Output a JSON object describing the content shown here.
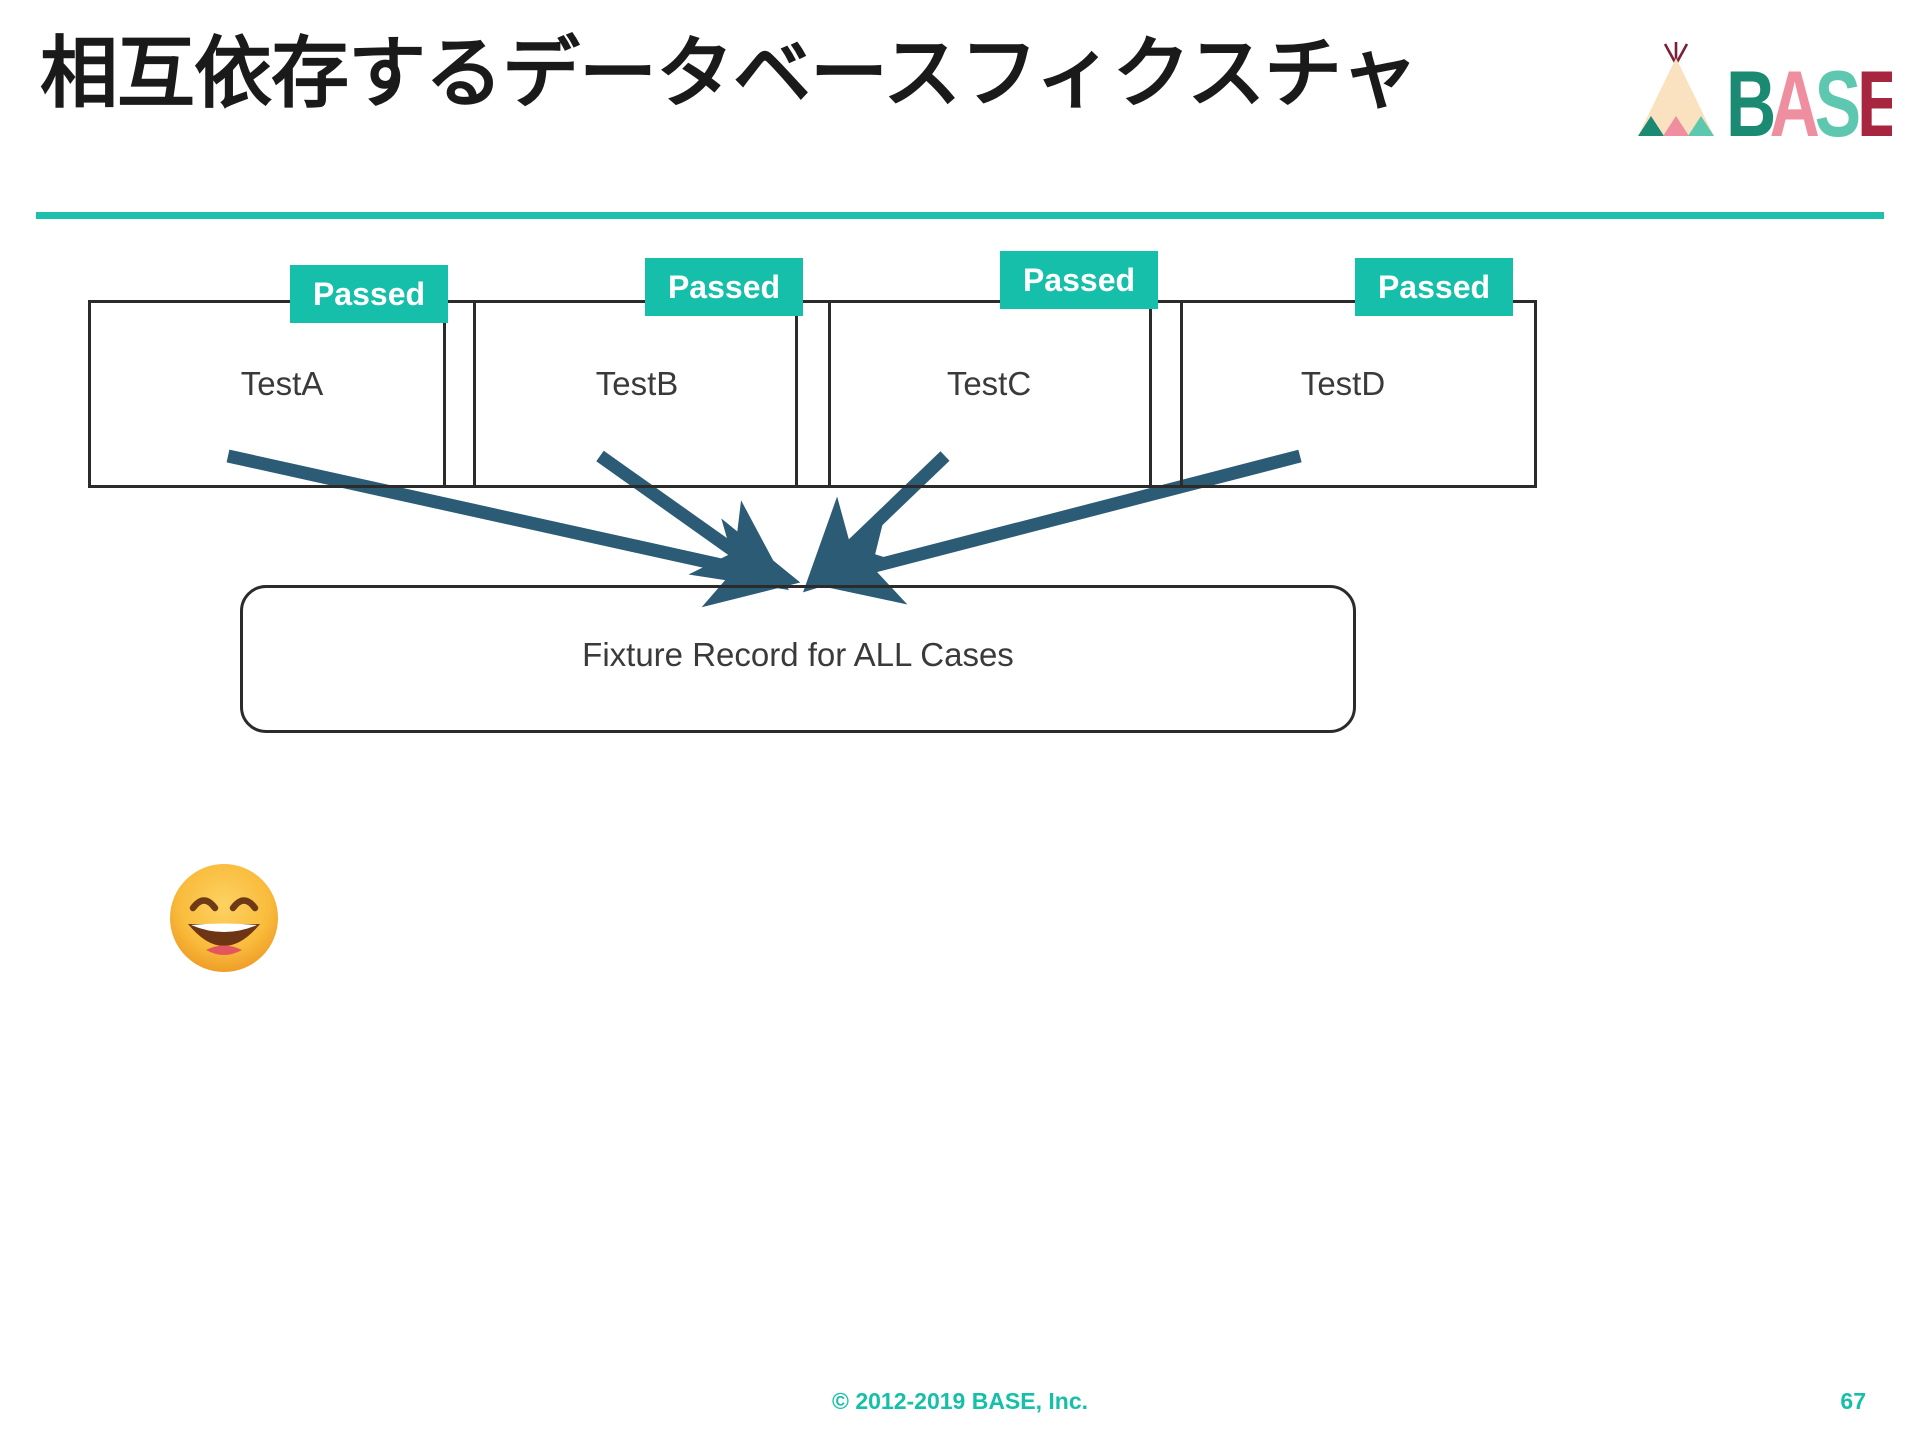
{
  "slide": {
    "title": "相互依存するデータベースフィクスチャ",
    "accent_color": "#1ec0ab",
    "badge_color": "#16bfa9",
    "arrow_color": "#2c5b75",
    "page_number": "67",
    "copyright": "© 2012-2019 BASE, Inc."
  },
  "brand": {
    "name": "BASE",
    "letters": [
      {
        "char": "B",
        "color": "#1a8a72"
      },
      {
        "char": "A",
        "color": "#ef8e9e"
      },
      {
        "char": "S",
        "color": "#5ec7b0"
      },
      {
        "char": "E",
        "color": "#a8253f"
      }
    ],
    "tent": {
      "body_color": "#fae2c0",
      "pole_color": "#7b2036",
      "foot_colors": [
        "#1a8a72",
        "#ef8e9e",
        "#5ec7b0"
      ]
    }
  },
  "diagram": {
    "type": "dependency-diagram",
    "tests": [
      {
        "name": "TestA",
        "status": "Passed"
      },
      {
        "name": "TestB",
        "status": "Passed"
      },
      {
        "name": "TestC",
        "status": "Passed"
      },
      {
        "name": "TestD",
        "status": "Passed"
      }
    ],
    "shared_resource": "Fixture Record for ALL Cases",
    "arrow_count": 4,
    "arrow_direction": "tests-to-shared-resource"
  },
  "emoji": {
    "name": "grinning-face-with-smiling-eyes",
    "face_color": "#f9b233",
    "mouth_color": "#7b3f18"
  }
}
